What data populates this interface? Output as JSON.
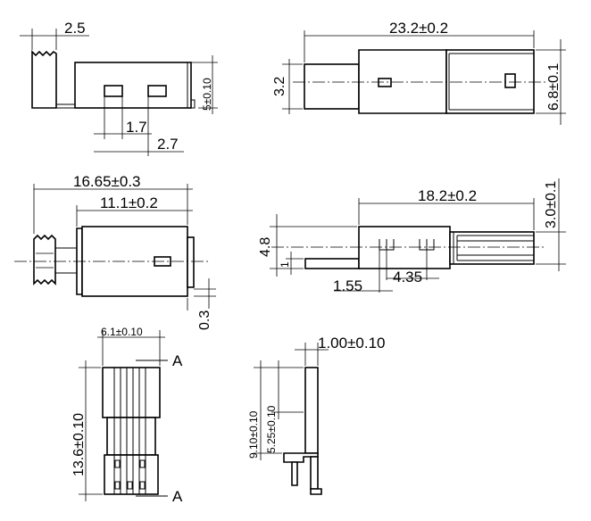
{
  "dimensions": {
    "v1_width": "2.5",
    "v1_pitch_a": "1.7",
    "v1_pitch_b": "2.7",
    "v1_height": "5±0.10",
    "v2_length": "23.2±0.2",
    "v2_small_height": "3.2",
    "v2_height": "6.8±0.1",
    "v3_overall": "16.65±0.3",
    "v3_body": "11.1±0.2",
    "v3_offset": "0.3",
    "v4_length": "18.2±0.2",
    "v4_height": "3.0±0.1",
    "v4_left_height": "4.8",
    "v4_step": "1",
    "v4_a": "1.55",
    "v4_b": "4.35",
    "v5_width": "6.1±0.10",
    "v5_length": "13.6±0.10",
    "v5_section": "A",
    "v6_thickness": "1.00±0.10",
    "v6_total": "9.10±0.10",
    "v6_inner": "5.25±0.10"
  }
}
